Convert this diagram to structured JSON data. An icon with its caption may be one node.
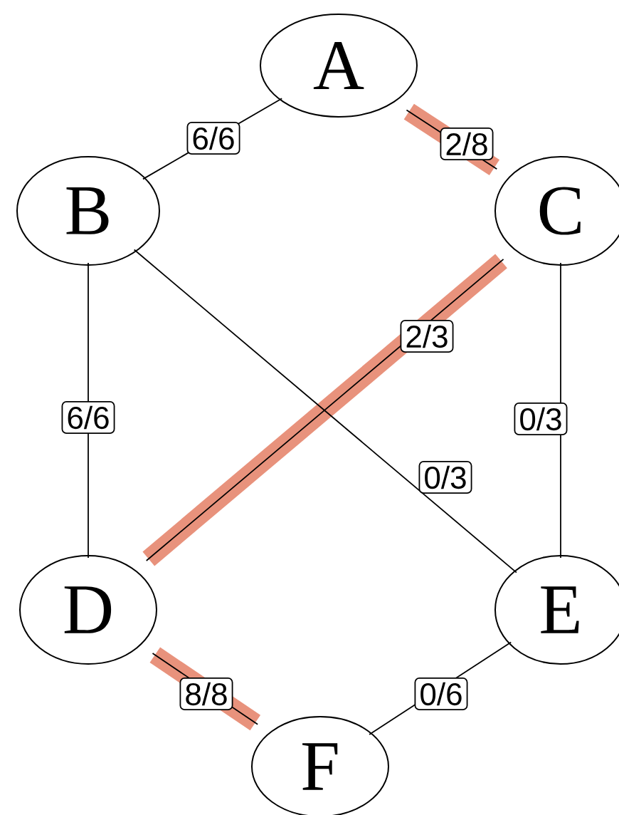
{
  "diagram": {
    "nodes": [
      {
        "text": [
          "A"
        ]
      },
      {
        "text": [
          "B"
        ]
      },
      {
        "text": [
          "C"
        ]
      },
      {
        "text": [
          "D"
        ]
      },
      {
        "text": [
          "E"
        ]
      },
      {
        "text": [
          "F"
        ]
      }
    ],
    "edges": [
      {
        "from": 0,
        "to": 1,
        "arrow": "none",
        "label": "6/6"
      },
      {
        "from": 0,
        "to": 2,
        "arrow": "none",
        "label": "2/8",
        "style": "thick",
        "color": "#e8927c"
      },
      {
        "from": 2,
        "to": 3,
        "arrow": "none",
        "label": "2/3",
        "style": "thick",
        "color": "#e8927c"
      },
      {
        "from": 1,
        "to": 3,
        "arrow": "none",
        "label": "6/6"
      },
      {
        "from": 2,
        "to": 4,
        "arrow": "none",
        "label": "0/3"
      },
      {
        "from": 1,
        "to": 4,
        "arrow": "none",
        "label": "0/3"
      },
      {
        "from": 3,
        "to": 5,
        "arrow": "none",
        "label": "8/8",
        "style": "thick",
        "color": "#e8927c"
      },
      {
        "from": 5,
        "to": 4,
        "arrow": "none",
        "label": "0/6"
      }
    ]
  }
}
